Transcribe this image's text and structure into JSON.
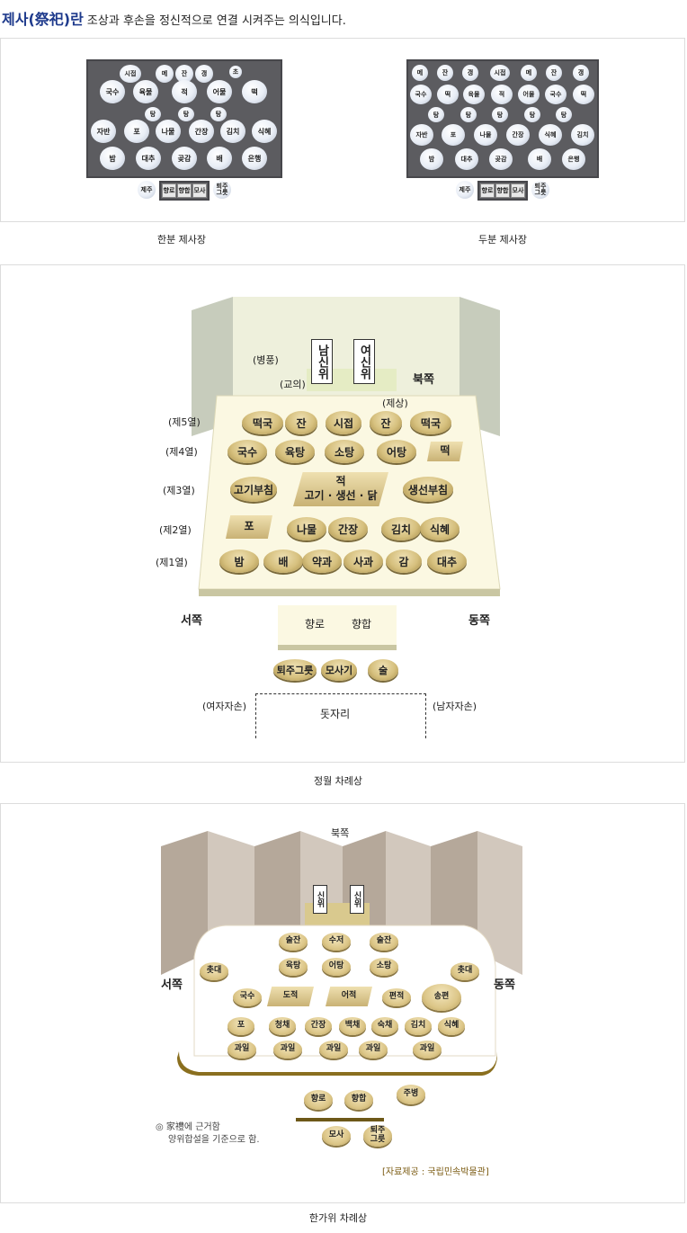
{
  "header": {
    "title": "제사(祭祀)란",
    "text": " 조상과 후손을 정신적으로 연결 시켜주는 의식입니다."
  },
  "fig1": {
    "caption_single": "한분 제사장",
    "caption_double": "두분 제사장",
    "single": {
      "row1": [
        "시접",
        "메",
        "잔",
        "갱",
        "초"
      ],
      "row2": [
        "국수",
        "육물",
        "적",
        "어물",
        "떡"
      ],
      "row3": [
        "탕",
        "탕",
        "탕"
      ],
      "row4": [
        "자반",
        "포",
        "나물",
        "간장",
        "김치",
        "식혜"
      ],
      "row5": [
        "밤",
        "대추",
        "곶감",
        "배",
        "은행"
      ],
      "bottom": [
        "제주",
        "향로",
        "향합",
        "모사",
        "퇴주\n그릇"
      ]
    },
    "double": {
      "row1": [
        "메",
        "잔",
        "갱",
        "시접",
        "메",
        "잔",
        "갱"
      ],
      "row2": [
        "국수",
        "떡",
        "육물",
        "적",
        "어물",
        "국수",
        "떡"
      ],
      "row3": [
        "탕",
        "탕",
        "탕",
        "탕",
        "탕",
        "탕"
      ],
      "row4": [
        "자반",
        "포",
        "나물",
        "간장",
        "식혜",
        "김치"
      ],
      "row5": [
        "밤",
        "대추",
        "곶감",
        "배",
        "은행"
      ],
      "bottom": [
        "제주",
        "향로",
        "향합",
        "모사",
        "퇴주\n그릇"
      ]
    }
  },
  "fig2": {
    "caption": "정월 차례상",
    "screen": "(병풍)",
    "gyoui": "(교의)",
    "tablet_m": "남신위",
    "tablet_f": "여신위",
    "north": "북쪽",
    "west": "서쪽",
    "east": "동쪽",
    "jesang": "(제상)",
    "row_labels": [
      "(제5열)",
      "(제4열)",
      "(제3열)",
      "(제2열)",
      "(제1열)"
    ],
    "row5": [
      "떡국",
      "잔",
      "시접",
      "잔",
      "떡국"
    ],
    "row4": [
      "국수",
      "육탕",
      "소탕",
      "어탕",
      "떡"
    ],
    "row3_left": "고기부침",
    "row3_mid_a": "적",
    "row3_mid_b": "고기 · 생선 · 닭",
    "row3_right": "생선부침",
    "row2": [
      "포",
      "나물",
      "간장",
      "김치",
      "식혜"
    ],
    "row1": [
      "밤",
      "배",
      "약과",
      "사과",
      "감",
      "대추"
    ],
    "hyangro": "향로",
    "hyanghap": "향합",
    "bottom": [
      "퇴주그릇",
      "모사기",
      "술"
    ],
    "women": "(여자자손)",
    "men": "(남자자손)",
    "mat": "돗자리"
  },
  "fig3": {
    "caption": "한가위 차례상",
    "north": "북쪽",
    "west": "서쪽",
    "east": "동쪽",
    "tablet": "신위",
    "row1": [
      "술잔",
      "수저",
      "술잔"
    ],
    "row2_side": "촛대",
    "row2": [
      "육탕",
      "어탕",
      "소탕"
    ],
    "row3": [
      "국수",
      "도적",
      "어적",
      "편적",
      "송편"
    ],
    "row4": [
      "포",
      "청채",
      "간장",
      "백채",
      "숙채",
      "김치",
      "식혜"
    ],
    "row5": [
      "과일",
      "과일",
      "과일",
      "과일",
      "과일"
    ],
    "lower": [
      "향로",
      "향합",
      "주병",
      "모사",
      "퇴주\n그릇"
    ],
    "note1": "◎  家禮에 근거함",
    "note2": "양위합설을 기준으로 함.",
    "source": "[자료제공 : 국립민속박물관]"
  }
}
